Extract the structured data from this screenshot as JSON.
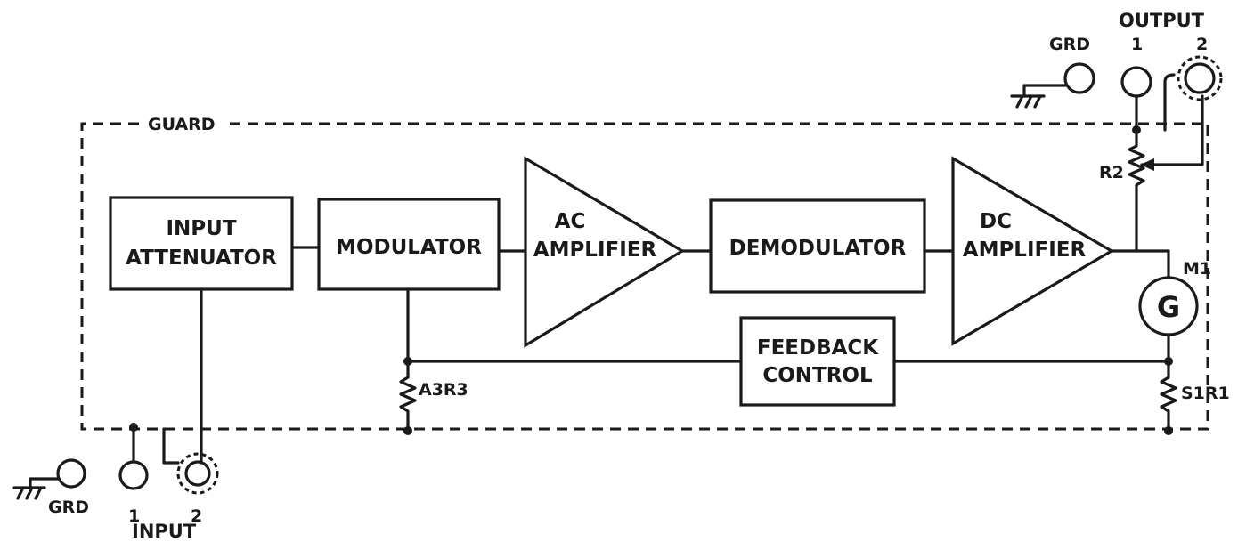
{
  "blocks": {
    "input_attenuator": [
      "INPUT",
      "ATTENUATOR"
    ],
    "modulator": "MODULATOR",
    "ac_amplifier": [
      "AC",
      "AMPLIFIER"
    ],
    "demodulator": "DEMODULATOR",
    "dc_amplifier": [
      "DC",
      "AMPLIFIER"
    ],
    "feedback_control": [
      "FEEDBACK",
      "CONTROL"
    ]
  },
  "labels": {
    "guard": "GUARD",
    "output": "OUTPUT",
    "output_1": "1",
    "output_2": "2",
    "grd_top": "GRD",
    "r2": "R2",
    "m1": "M1",
    "meter_symbol": "G",
    "a3r3": "A3R3",
    "s1r1": "S1R1",
    "grd_bottom": "GRD",
    "input_1": "1",
    "input_2": "2",
    "input": "INPUT"
  },
  "icons": {
    "ground": "ground-icon",
    "meter": "galvanometer-icon",
    "resistor": "resistor-icon",
    "jack": "jack-icon",
    "shielded_jack": "shielded-jack-icon",
    "potentiometer": "potentiometer-icon"
  }
}
